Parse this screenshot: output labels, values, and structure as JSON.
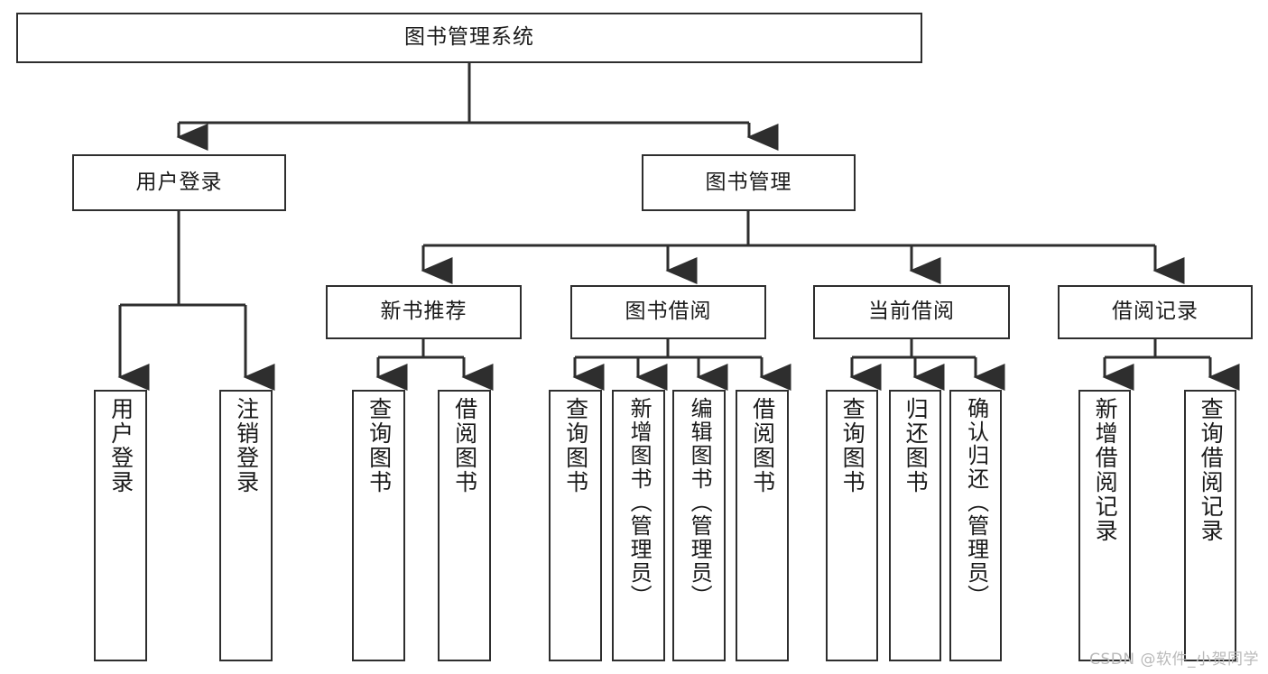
{
  "diagram": {
    "title": "图书管理系统",
    "type": "tree",
    "watermark": "CSDN @软件_小贺同学",
    "colors": {
      "node_border": "#2e2e2e",
      "node_fill": "#ffffff",
      "edge": "#2e2e2e",
      "text": "#1a1a1a",
      "watermark": "#b9b9b9",
      "background": "#ffffff"
    },
    "nodes": {
      "root": {
        "label": "图书管理系统"
      },
      "level2": [
        {
          "id": "user-login",
          "label": "用户登录"
        },
        {
          "id": "book-manage",
          "label": "图书管理"
        }
      ],
      "level3": [
        {
          "id": "new-book-recommend",
          "label": "新书推荐"
        },
        {
          "id": "book-borrow",
          "label": "图书借阅"
        },
        {
          "id": "current-borrow",
          "label": "当前借阅"
        },
        {
          "id": "borrow-record",
          "label": "借阅记录"
        }
      ],
      "leaves": {
        "user_login": [
          {
            "id": "leaf-user-login",
            "label": "用户登录"
          },
          {
            "id": "leaf-logout-login",
            "label": "注销登录"
          }
        ],
        "new_book_recommend": [
          {
            "id": "leaf-query-book-1",
            "label": "查询图书"
          },
          {
            "id": "leaf-borrow-book-1",
            "label": "借阅图书"
          }
        ],
        "book_borrow": [
          {
            "id": "leaf-query-book-2",
            "label": "查询图书"
          },
          {
            "id": "leaf-add-book",
            "label": "新增图书（管理员）"
          },
          {
            "id": "leaf-edit-book",
            "label": "编辑图书（管理员）"
          },
          {
            "id": "leaf-borrow-book-2",
            "label": "借阅图书"
          }
        ],
        "current_borrow": [
          {
            "id": "leaf-query-book-3",
            "label": "查询图书"
          },
          {
            "id": "leaf-return-book",
            "label": "归还图书"
          },
          {
            "id": "leaf-confirm-return",
            "label": "确认归还（管理员）"
          }
        ],
        "borrow_record": [
          {
            "id": "leaf-add-record",
            "label": "新增借阅记录"
          },
          {
            "id": "leaf-query-record",
            "label": "查询借阅记录"
          }
        ]
      }
    }
  }
}
